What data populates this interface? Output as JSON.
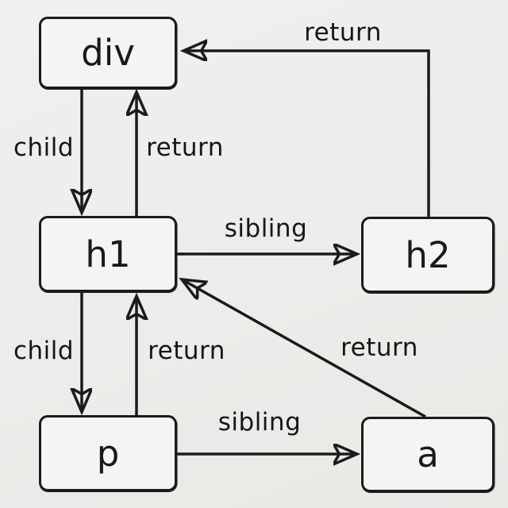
{
  "diagram": {
    "description": "DOM tree traversal diagram",
    "colors": {
      "background": "#edecea",
      "node_fill": "#f5f4f2",
      "line": "#1b1b1b",
      "text": "#191919"
    },
    "nodes": [
      {
        "id": "div",
        "label": "div"
      },
      {
        "id": "h1",
        "label": "h1"
      },
      {
        "id": "h2",
        "label": "h2"
      },
      {
        "id": "p",
        "label": "p"
      },
      {
        "id": "a",
        "label": "a"
      }
    ],
    "edges": [
      {
        "from": "div",
        "to": "h1",
        "label": "child"
      },
      {
        "from": "h1",
        "to": "div",
        "label": "return"
      },
      {
        "from": "h2",
        "to": "div",
        "label": "return"
      },
      {
        "from": "h1",
        "to": "h2",
        "label": "sibling"
      },
      {
        "from": "h1",
        "to": "p",
        "label": "child"
      },
      {
        "from": "p",
        "to": "h1",
        "label": "return"
      },
      {
        "from": "a",
        "to": "h1",
        "label": "return"
      },
      {
        "from": "p",
        "to": "a",
        "label": "sibling"
      }
    ]
  }
}
